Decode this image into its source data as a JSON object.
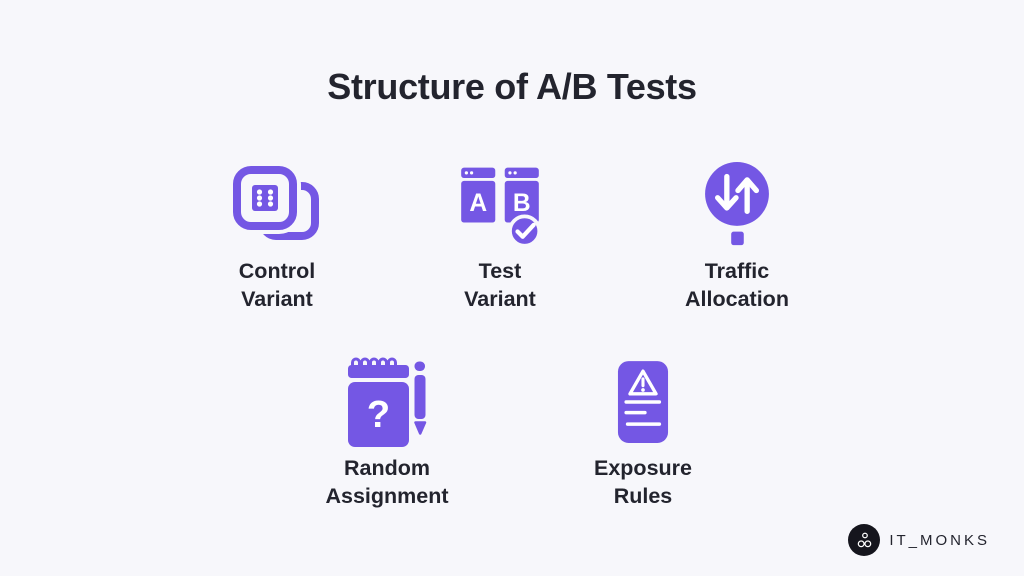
{
  "title": "Structure of A/B Tests",
  "features": [
    {
      "label_line1": "Control",
      "label_line2": "Variant",
      "icon": "copy-grid-icon"
    },
    {
      "label_line1": "Test",
      "label_line2": "Variant",
      "icon": "ab-test-check-icon",
      "letters": [
        "A",
        "B"
      ]
    },
    {
      "label_line1": "Traffic",
      "label_line2": "Allocation",
      "icon": "up-down-arrows-icon"
    },
    {
      "label_line1": "Random",
      "label_line2": "Assignment",
      "icon": "notepad-question-pen-icon",
      "question_mark": "?"
    },
    {
      "label_line1": "Exposure",
      "label_line2": "Rules",
      "icon": "document-warning-icon"
    }
  ],
  "logo": {
    "text": "IT_MONKS",
    "icon": "monk-meditation-icon"
  },
  "colors": {
    "accent": "#7457E4",
    "background": "#F7F7FB",
    "text": "#23242E",
    "logo_circle": "#15151D",
    "icon_mark": "#FFFFFF"
  }
}
